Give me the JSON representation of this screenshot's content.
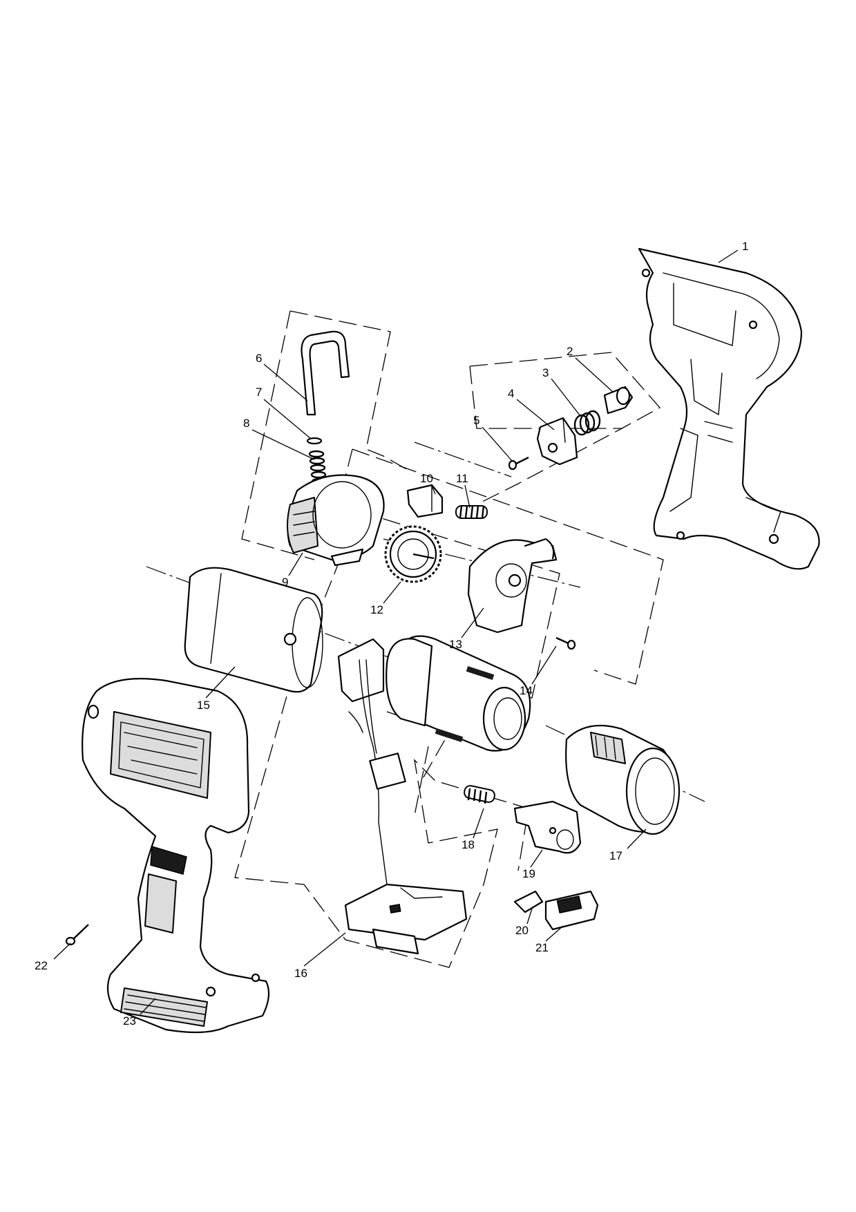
{
  "diagram": {
    "type": "exploded-parts-view",
    "callouts": [
      {
        "id": "p1",
        "label": "1"
      },
      {
        "id": "p2",
        "label": "2"
      },
      {
        "id": "p3",
        "label": "3"
      },
      {
        "id": "p4",
        "label": "4"
      },
      {
        "id": "p5",
        "label": "5"
      },
      {
        "id": "p6",
        "label": "6"
      },
      {
        "id": "p7",
        "label": "7"
      },
      {
        "id": "p8",
        "label": "8"
      },
      {
        "id": "p9",
        "label": "9"
      },
      {
        "id": "p10",
        "label": "10"
      },
      {
        "id": "p11",
        "label": "11"
      },
      {
        "id": "p12",
        "label": "12"
      },
      {
        "id": "p13",
        "label": "13"
      },
      {
        "id": "p14",
        "label": "14"
      },
      {
        "id": "p15",
        "label": "15"
      },
      {
        "id": "p16",
        "label": "16"
      },
      {
        "id": "p17",
        "label": "17"
      },
      {
        "id": "p18",
        "label": "18"
      },
      {
        "id": "p19",
        "label": "19"
      },
      {
        "id": "p20",
        "label": "20"
      },
      {
        "id": "p21",
        "label": "21"
      },
      {
        "id": "p22",
        "label": "22"
      },
      {
        "id": "p23",
        "label": "23"
      }
    ],
    "colors": {
      "line": "#000000",
      "background": "#ffffff",
      "shade": "#dcdcdc"
    }
  }
}
